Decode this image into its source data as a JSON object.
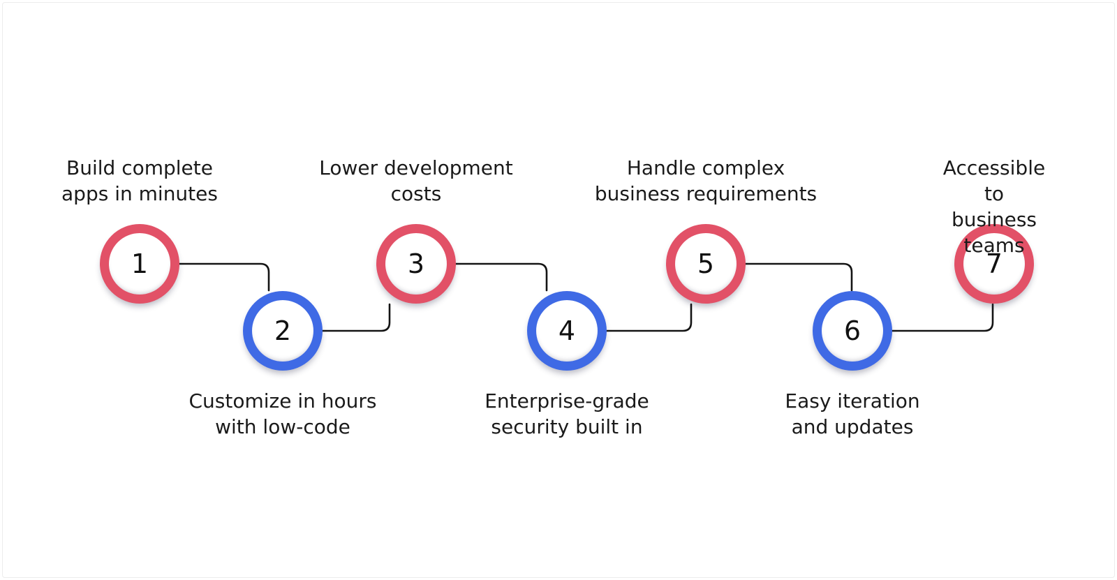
{
  "steps": [
    {
      "number": "1",
      "label": "Build complete\napps in minutes",
      "ring": "red"
    },
    {
      "number": "2",
      "label": "Customize in hours\nwith low-code",
      "ring": "blue"
    },
    {
      "number": "3",
      "label": "Lower development\ncosts",
      "ring": "red"
    },
    {
      "number": "4",
      "label": "Enterprise-grade\nsecurity built in",
      "ring": "blue"
    },
    {
      "number": "5",
      "label": "Handle complex\nbusiness requirements",
      "ring": "red"
    },
    {
      "number": "6",
      "label": "Easy iteration\nand updates",
      "ring": "blue"
    },
    {
      "number": "7",
      "label": "Accessible to\nbusiness teams",
      "ring": "red"
    }
  ],
  "colors": {
    "red_ring": "#E25167",
    "blue_ring": "#3F6AE5",
    "connector": "#141414",
    "text": "#1A1A1A",
    "background": "#FFFFFF"
  }
}
